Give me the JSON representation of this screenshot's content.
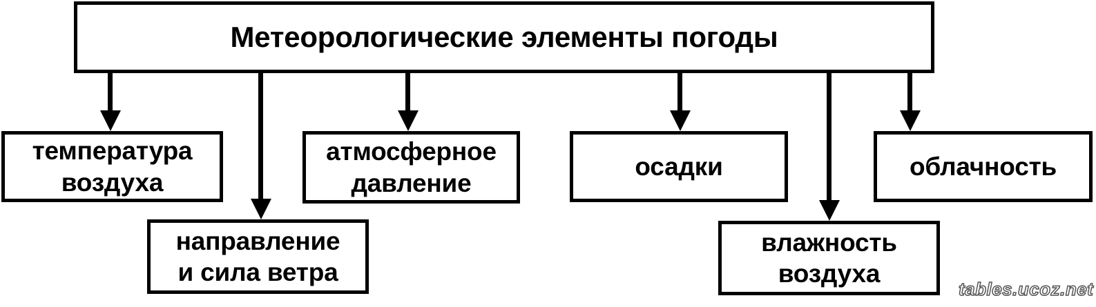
{
  "diagram": {
    "title": "Метеорологические элементы погоды",
    "root": {
      "label": "Метеорологические элементы погоды"
    },
    "nodes": [
      {
        "id": "temperature",
        "label": "температура\nвоздуха",
        "row": 1
      },
      {
        "id": "wind",
        "label": "направление\nи сила ветра",
        "row": 2
      },
      {
        "id": "pressure",
        "label": "атмосферное\nдавление",
        "row": 1
      },
      {
        "id": "precip",
        "label": "осадки",
        "row": 1
      },
      {
        "id": "humidity",
        "label": "влажность\nвоздуха",
        "row": 2
      },
      {
        "id": "cloud",
        "label": "облачность",
        "row": 1
      }
    ],
    "connectors": [
      {
        "id": "arrow-to-temperature",
        "target": "temperature"
      },
      {
        "id": "arrow-to-wind",
        "target": "wind"
      },
      {
        "id": "arrow-to-pressure",
        "target": "pressure"
      },
      {
        "id": "arrow-to-precip",
        "target": "precip"
      },
      {
        "id": "arrow-to-humidity",
        "target": "humidity"
      },
      {
        "id": "arrow-to-cloud",
        "target": "cloud"
      }
    ],
    "colors": {
      "line": "#000000",
      "fill": "#ffffff",
      "text": "#000000"
    }
  },
  "watermark": {
    "text": "tables.ucoz.net"
  }
}
